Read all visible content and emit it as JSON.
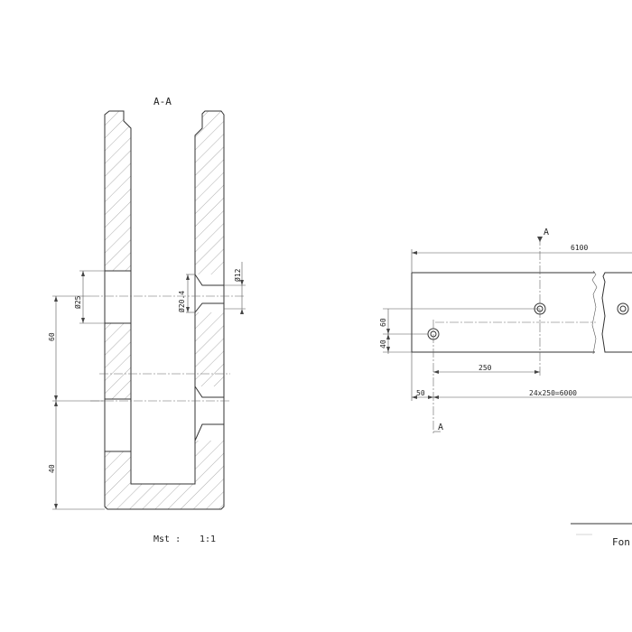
{
  "section": {
    "title": "A-A",
    "scale_label": "Mst :",
    "scale_value": "1:1",
    "dims": {
      "hole_large": "Ø25",
      "hole_mid": "Ø20.4",
      "hole_small": "Ø12",
      "vertical_upper": "60",
      "vertical_lower": "40"
    }
  },
  "plan": {
    "section_mark": "A",
    "total_length": "6100",
    "pitch_dim": "250",
    "start_offset": "50",
    "pattern": "24x250=6000",
    "vertical_upper": "60",
    "vertical_lower": "40"
  },
  "title_block": {
    "fragment": "Fon"
  }
}
